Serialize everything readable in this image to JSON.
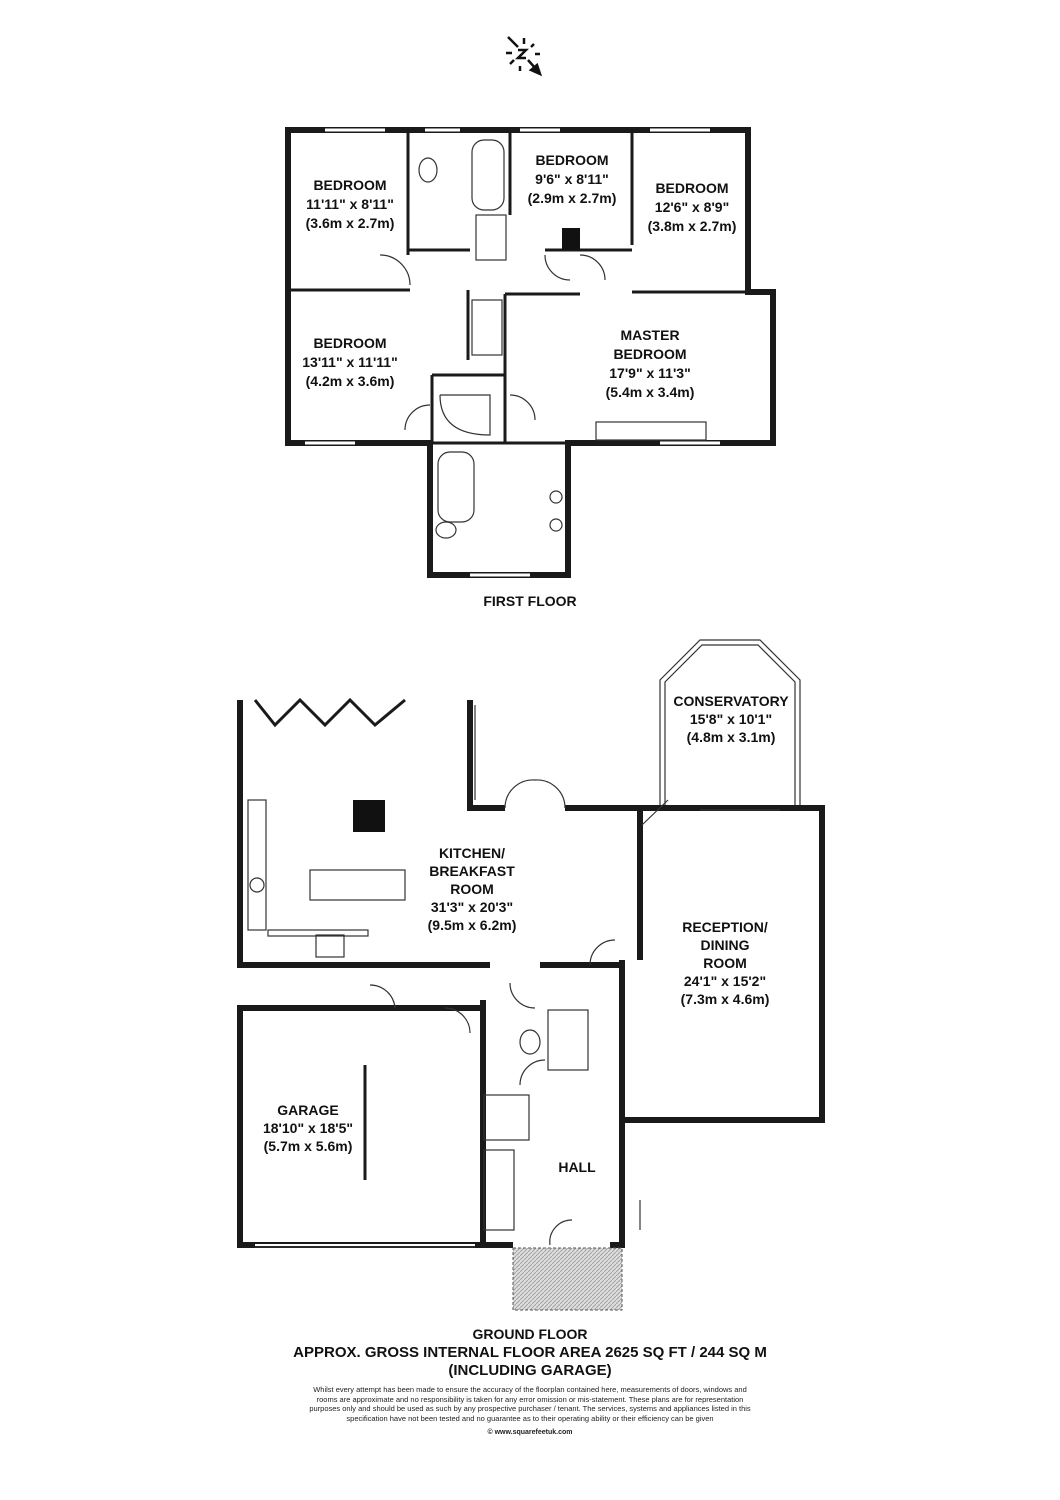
{
  "first_floor": {
    "title": "FIRST FLOOR",
    "rooms": [
      {
        "name": "BEDROOM",
        "imperial": "11'11\" x 8'11\"",
        "metric": "(3.6m x 2.7m)"
      },
      {
        "name": "BEDROOM",
        "imperial": "9'6\" x 8'11\"",
        "metric": "(2.9m x 2.7m)"
      },
      {
        "name": "BEDROOM",
        "imperial": "12'6\" x 8'9\"",
        "metric": "(3.8m x 2.7m)"
      },
      {
        "name": "BEDROOM",
        "imperial": "13'11\" x 11'11\"",
        "metric": "(4.2m x 3.6m)"
      },
      {
        "name": "MASTER",
        "name2": "BEDROOM",
        "imperial": "17'9\" x 11'3\"",
        "metric": "(5.4m x 3.4m)"
      }
    ]
  },
  "ground_floor": {
    "title": "GROUND FLOOR",
    "rooms": [
      {
        "name": "CONSERVATORY",
        "imperial": "15'8\" x 10'1\"",
        "metric": "(4.8m x 3.1m)"
      },
      {
        "name": "KITCHEN/",
        "name2": "BREAKFAST",
        "name3": "ROOM",
        "imperial": "31'3\" x 20'3\"",
        "metric": "(9.5m x 6.2m)"
      },
      {
        "name": "RECEPTION/",
        "name2": "DINING",
        "name3": "ROOM",
        "imperial": "24'1\" x 15'2\"",
        "metric": "(7.3m x 4.6m)"
      },
      {
        "name": "GARAGE",
        "imperial": "18'10\" x 18'5\"",
        "metric": "(5.7m x 5.6m)"
      },
      {
        "name": "HALL"
      }
    ]
  },
  "compass": {
    "icon": "north-arrow-icon",
    "letter": "N"
  },
  "footer": {
    "area_line1": "APPROX. GROSS INTERNAL FLOOR AREA 2625 SQ FT / 244 SQ M",
    "area_line2": "(INCLUDING GARAGE)",
    "disclaimer": [
      "Whilst every attempt has been made to ensure the accuracy of the floorplan contained here, measurements of doors, windows and",
      "rooms are approximate and no responsibility is taken for any error omission or mis-statement. These plans are for representation",
      "purposes only and should  be used as such by any prospective purchaser / tenant. The services, systems and appliances listed in this",
      "specification have not been tested and no guarantee as to their operating ability or their efficiency can be given"
    ],
    "website": "© www.squarefeetuk.com"
  }
}
